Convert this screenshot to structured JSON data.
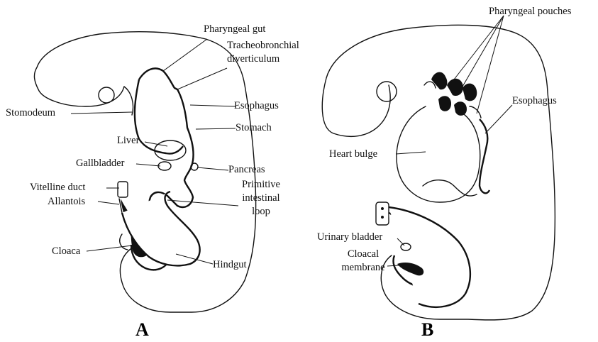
{
  "figure": {
    "panel_a": {
      "letter": "A",
      "labels": {
        "pharyngeal_gut": "Pharyngeal gut",
        "tracheobronchial": [
          "Tracheobronchial",
          "diverticulum"
        ],
        "stomodeum": "Stomodeum",
        "esophagus": "Esophagus",
        "liver": "Liver",
        "stomach": "Stomach",
        "gallbladder": "Gallbladder",
        "pancreas": "Pancreas",
        "vitelline_duct": "Vitelline duct",
        "primitive_intestinal_loop": [
          "Primitive",
          "intestinal",
          "loop"
        ],
        "allantois": "Allantois",
        "cloaca": "Cloaca",
        "hindgut": "Hindgut"
      }
    },
    "panel_b": {
      "letter": "B",
      "labels": {
        "pharyngeal_pouches": "Pharyngeal pouches",
        "esophagus": "Esophagus",
        "heart_bulge": "Heart bulge",
        "urinary_bladder": "Urinary bladder",
        "cloacal_membrane": [
          "Cloacal",
          "membrane"
        ]
      }
    }
  }
}
